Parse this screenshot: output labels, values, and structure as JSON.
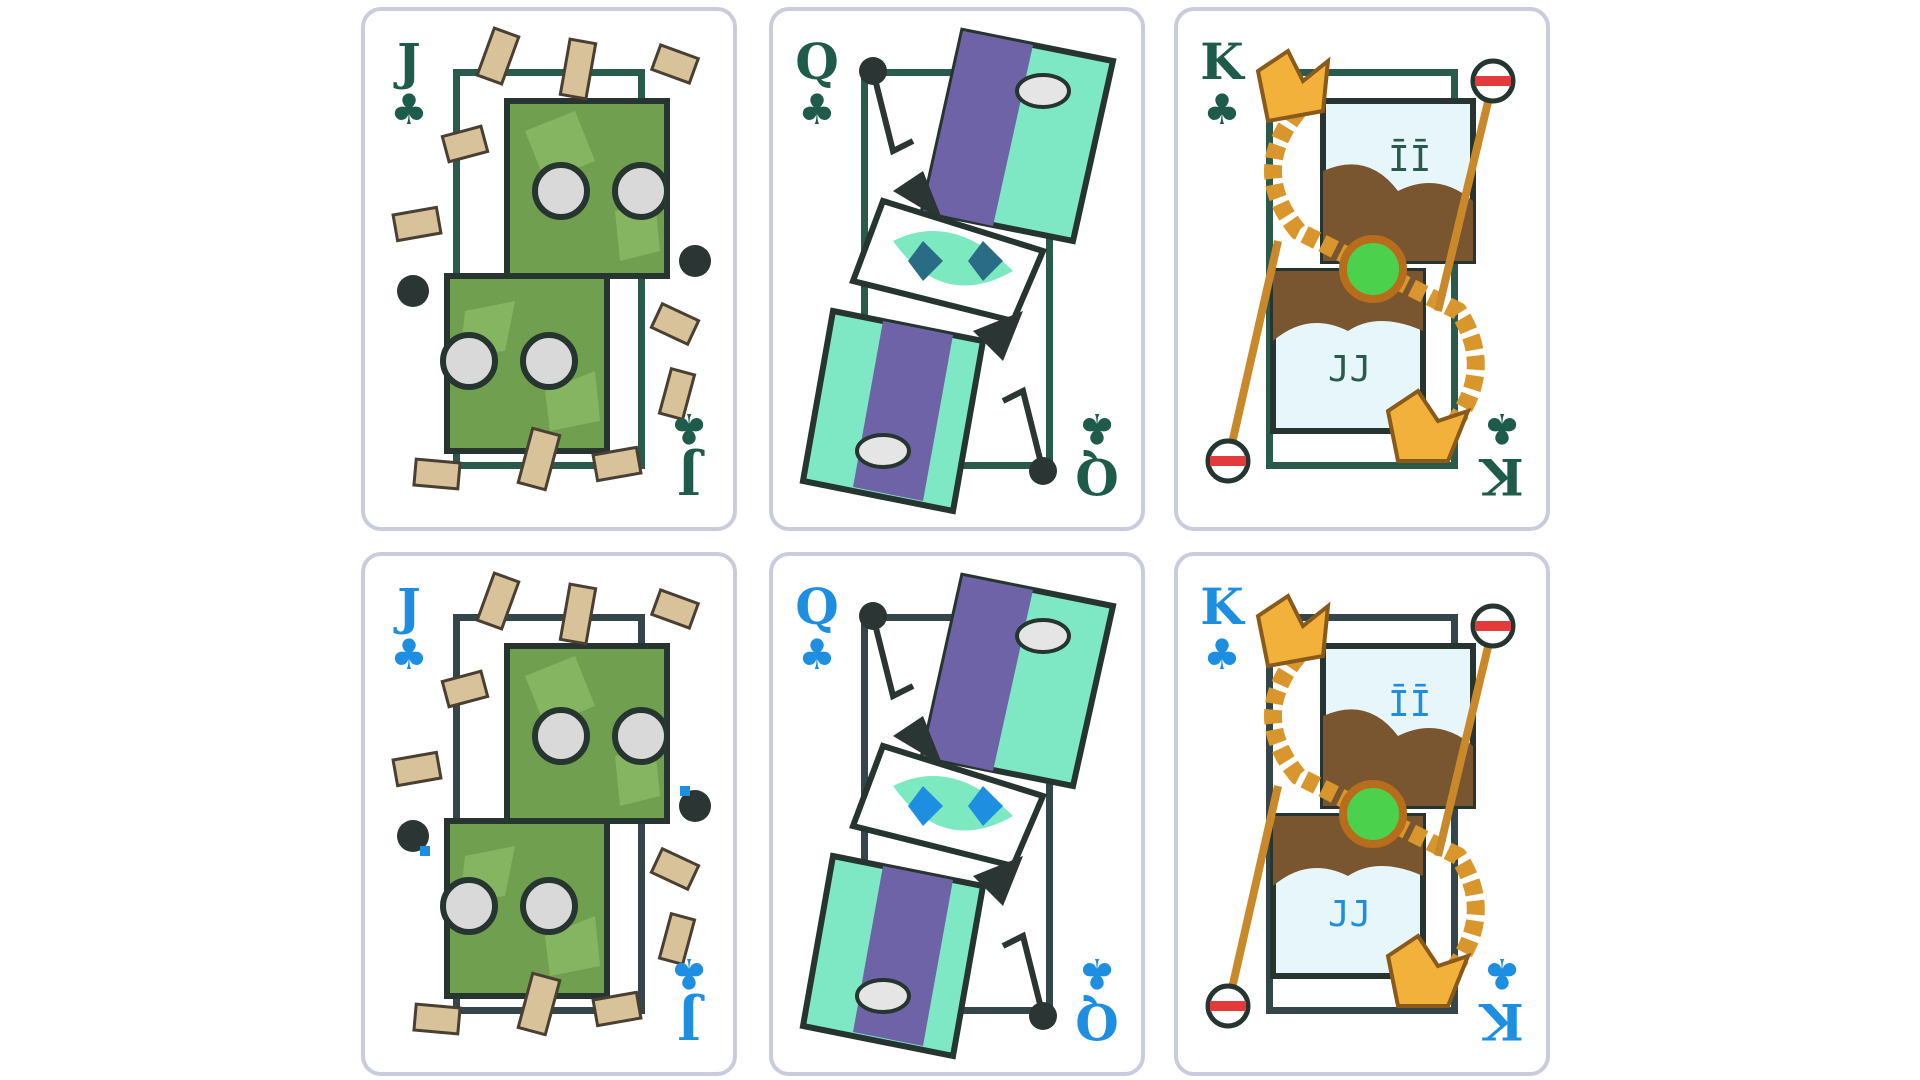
{
  "cards": [
    {
      "rank": "J",
      "suit": "♣",
      "color_variant": "green",
      "character": "jack-glasses"
    },
    {
      "rank": "Q",
      "suit": "♣",
      "color_variant": "green",
      "character": "queen-hooded"
    },
    {
      "rank": "K",
      "suit": "♣",
      "color_variant": "green",
      "character": "king-crown"
    },
    {
      "rank": "J",
      "suit": "♣",
      "color_variant": "blue",
      "character": "jack-glasses"
    },
    {
      "rank": "Q",
      "suit": "♣",
      "color_variant": "blue",
      "character": "queen-hooded"
    },
    {
      "rank": "K",
      "suit": "♣",
      "color_variant": "blue",
      "character": "king-crown"
    }
  ],
  "colors": {
    "green_index": "#1f5b4a",
    "blue_index": "#1e8fe0",
    "card_border": "#c9ccdc",
    "jack_body": "#6f9f4f",
    "queen_hood": "#6f63a8",
    "queen_mint": "#7ee8c4",
    "king_skin": "#e6f6fb",
    "king_hair": "#7a5630",
    "king_chain": "#d9962c",
    "king_gem": "#4cd14c"
  }
}
